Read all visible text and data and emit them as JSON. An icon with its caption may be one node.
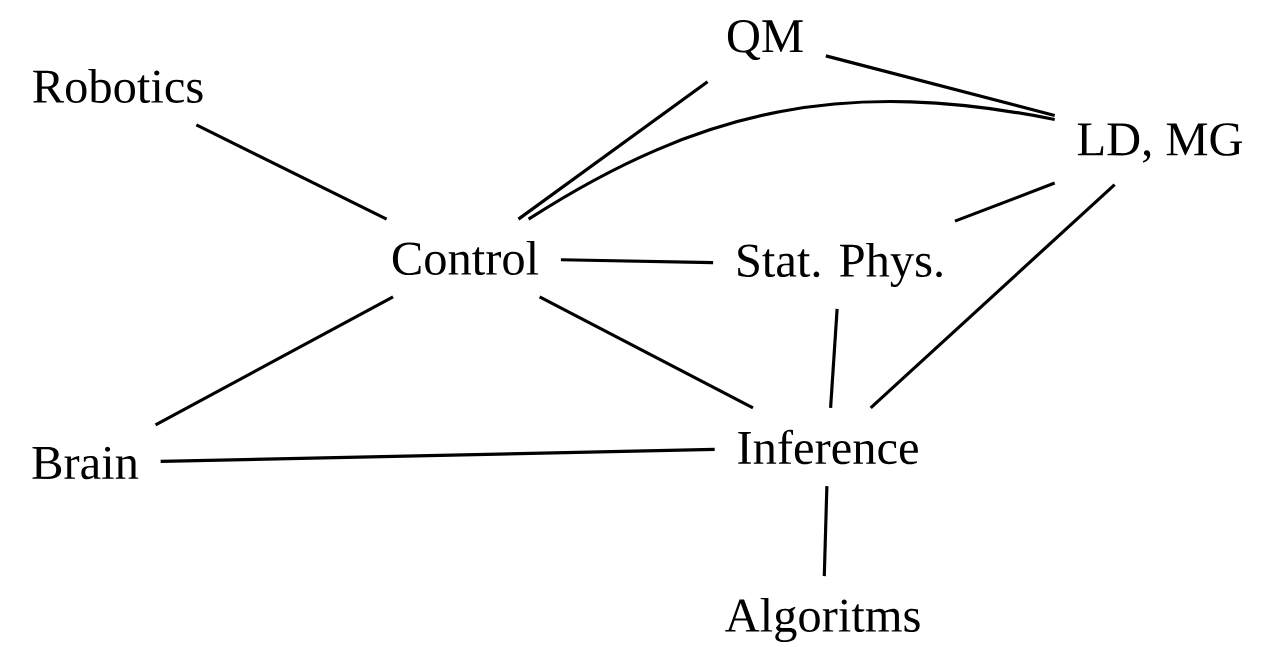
{
  "diagram": {
    "nodes": [
      {
        "text": [
          "Robotics"
        ]
      },
      {
        "text": [
          "QM"
        ]
      },
      {
        "text": [
          "LD, MG"
        ]
      },
      {
        "text": [
          "Control"
        ]
      },
      {
        "text": [
          "Stat. Phys."
        ]
      },
      {
        "text": [
          "Brain"
        ]
      },
      {
        "text": [
          "Inference"
        ]
      },
      {
        "text": [
          "Algoritms"
        ]
      }
    ],
    "edges": [
      {
        "from": 0,
        "to": 3,
        "arrow": "none"
      },
      {
        "from": 3,
        "to": 1,
        "arrow": "none"
      },
      {
        "from": 1,
        "to": 2,
        "arrow": "none"
      },
      {
        "from": 3,
        "to": 2,
        "arrow": "none"
      },
      {
        "from": 3,
        "to": 4,
        "arrow": "none"
      },
      {
        "from": 4,
        "to": 2,
        "arrow": "none"
      },
      {
        "from": 3,
        "to": 5,
        "arrow": "none"
      },
      {
        "from": 3,
        "to": 6,
        "arrow": "none"
      },
      {
        "from": 5,
        "to": 6,
        "arrow": "none"
      },
      {
        "from": 4,
        "to": 6,
        "arrow": "none"
      },
      {
        "from": 6,
        "to": 2,
        "arrow": "none"
      },
      {
        "from": 6,
        "to": 7,
        "arrow": "none"
      }
    ]
  }
}
